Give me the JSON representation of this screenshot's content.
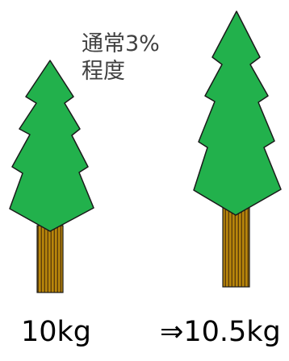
{
  "annotation": {
    "line1": "通常3%",
    "line2": "程度"
  },
  "weights": {
    "before": "10kg",
    "after": "⇒10.5kg"
  },
  "colors": {
    "foliage": "#22b14c",
    "foliage_outline": "#1a1a1a",
    "trunk": "#b8860b",
    "trunk_stripe": "#5c3d0a"
  }
}
